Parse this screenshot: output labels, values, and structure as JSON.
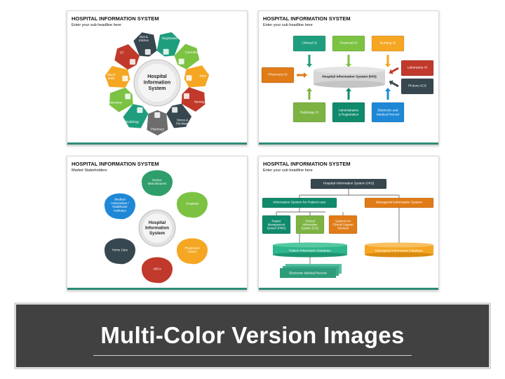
{
  "slides": [
    {
      "title": "HOSPITAL INFORMATION SYSTEM",
      "subtitle": "Enter your sub headline here",
      "center": [
        "Hospital",
        "Information",
        "System"
      ],
      "petals": [
        {
          "label": [
            "Registration"
          ],
          "color": "#1f9e7e"
        },
        {
          "label": [
            "Consulting"
          ],
          "color": "#7cc243"
        },
        {
          "label": [
            "Ward"
          ],
          "color": "#f5a623"
        },
        {
          "label": [
            "Nursing"
          ],
          "color": "#c0392b"
        },
        {
          "label": [
            "Stores &",
            "Purchase"
          ],
          "color": "#37474f"
        },
        {
          "label": [
            "Pharmacy"
          ],
          "color": "#6d6d6d"
        },
        {
          "label": [
            "Radiology"
          ],
          "color": "#1f9e7e"
        },
        {
          "label": [
            "Laboratory"
          ],
          "color": "#7cc243"
        },
        {
          "label": [
            "Blood",
            "Bank"
          ],
          "color": "#f5a623"
        },
        {
          "label": [
            "OT"
          ],
          "color": "#c0392b"
        },
        {
          "label": [
            "Diet &",
            "Kitchen"
          ],
          "color": "#37474f"
        }
      ]
    },
    {
      "title": "HOSPITAL INFORMATION SYSTEM",
      "subtitle": "Enter your sub headline here",
      "center": "Hospital Information System (HIS)",
      "top": [
        "Clinical IS",
        "Financial IS",
        "Nursing IS"
      ],
      "left": "Pharmacy IS",
      "right": [
        "Laboratory IS",
        "Picture ACS"
      ],
      "bottom": [
        [
          "Radiology IS"
        ],
        [
          "Administrative",
          "& Registration"
        ],
        [
          "Electronic and",
          "Medical Record"
        ]
      ]
    },
    {
      "title": "HOSPITAL INFORMATION SYSTEM",
      "subtitle": "Market Stakeholders",
      "center": [
        "Hospital",
        "Information",
        "System"
      ],
      "leaves": [
        {
          "label": [
            "Device",
            "Manufactures"
          ],
          "color": "#2f9e6b"
        },
        {
          "label": [
            "Hospitals"
          ],
          "color": "#7cc243"
        },
        {
          "label": [
            "Physicians",
            "Clinics"
          ],
          "color": "#f5a623"
        },
        {
          "label": [
            "ABCs"
          ],
          "color": "#c0392b"
        },
        {
          "label": [
            "Home Care"
          ],
          "color": "#37474f"
        },
        {
          "label": [
            "Medical",
            "Universities /",
            "Healthcare",
            "Institutes"
          ],
          "color": "#1e88d6"
        }
      ]
    },
    {
      "title": "HOSPITAL INFORMATION SYSTEM",
      "subtitle": "Enter your sub headline here",
      "root": "Hospital Information System (HIS)",
      "left_branch": "Information System for Patient care",
      "right_branch": "Managerial Information System",
      "children": [
        [
          "Patient",
          "Management",
          "System (PMS)"
        ],
        [
          "Clinical",
          "Information",
          "System (CIS)"
        ],
        [
          "Systems for",
          "Clinical Support",
          "Services"
        ]
      ],
      "db_left": "Patient Information Database",
      "db_right": "Managerial Information Database",
      "record": "Electronic Medical Record"
    }
  ],
  "banner": {
    "title": "Multi-Color Version Images"
  }
}
